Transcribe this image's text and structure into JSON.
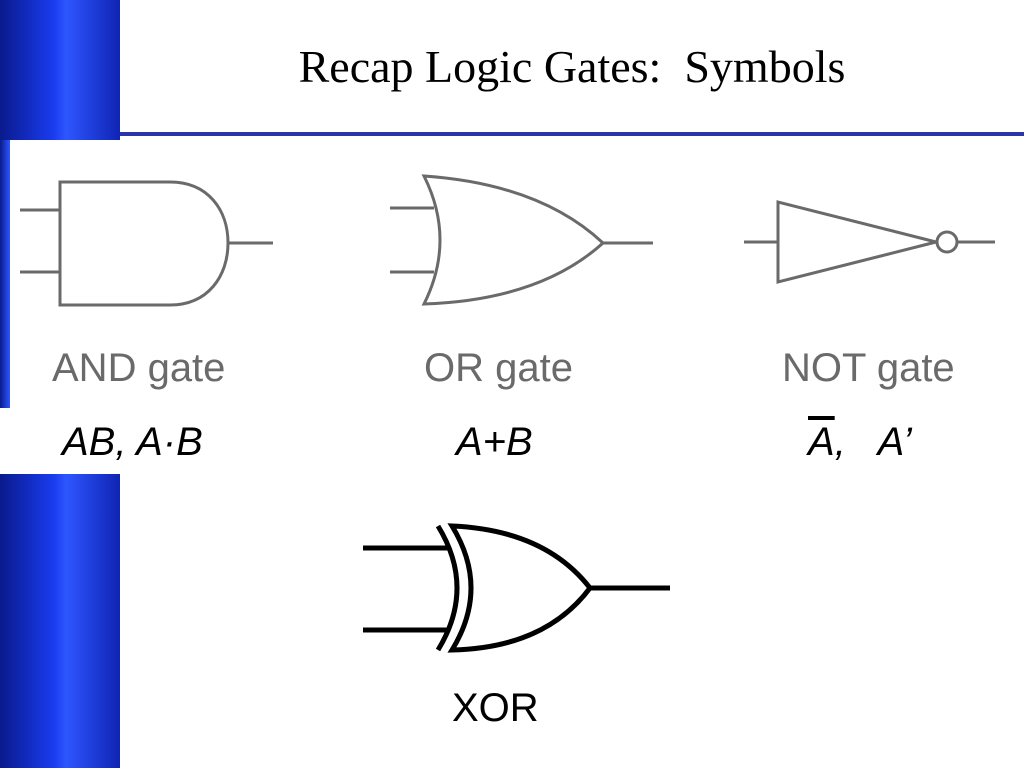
{
  "title": "Recap Logic Gates:  Symbols",
  "gates": [
    {
      "label": "AND gate",
      "expression": "AB, A·B"
    },
    {
      "label": "OR gate",
      "expression": "A+B"
    },
    {
      "label": "NOT gate",
      "expression_bar": "A",
      "expression_rest": ",   A’"
    }
  ],
  "xor": {
    "label": "XOR"
  },
  "colors": {
    "accent_blue": "#1a3cf0",
    "rule": "#2a35a8",
    "gate_stroke": "#6a6a6a",
    "text": "#000000"
  }
}
